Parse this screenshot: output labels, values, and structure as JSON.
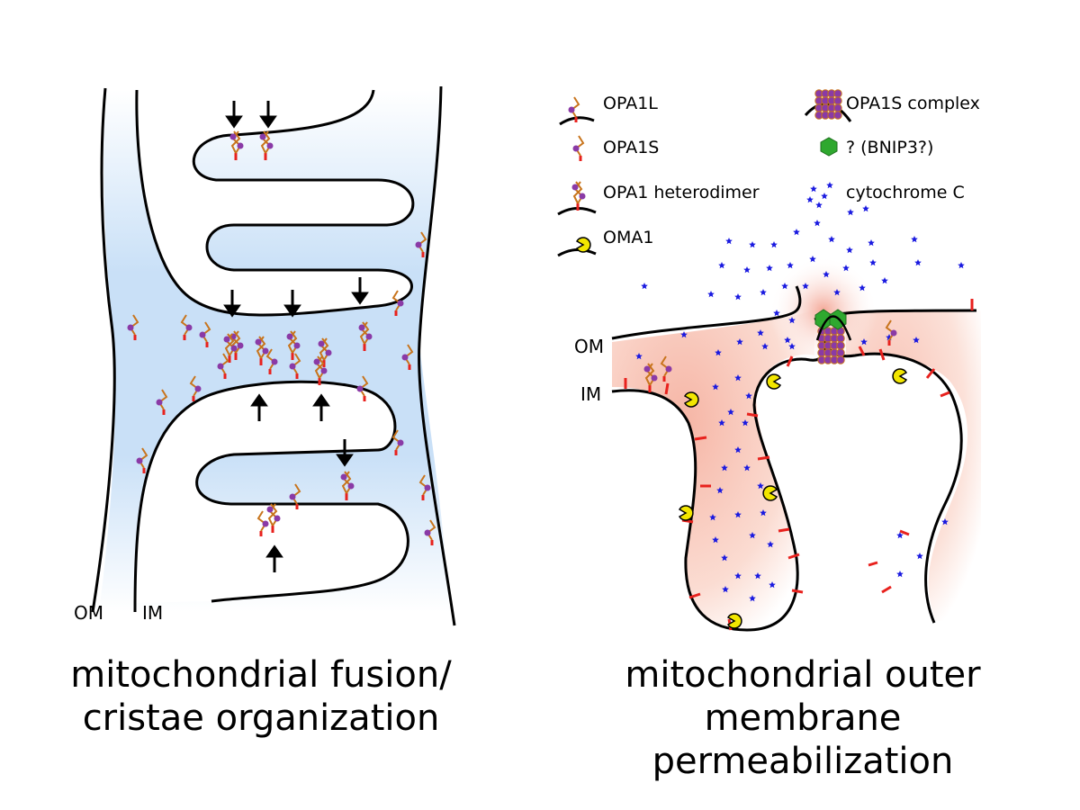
{
  "left_panel": {
    "title_line1": "mitochondrial fusion/",
    "title_line2": "cristae organization",
    "label_om": "OM",
    "label_im": "IM"
  },
  "right_panel": {
    "title_line1": "mitochondrial outer",
    "title_line2": "membrane permeabilization",
    "label_om": "OM",
    "label_im": "IM"
  },
  "legend": {
    "items": [
      {
        "label": "OPA1L",
        "icon": "opa1l-icon"
      },
      {
        "label": "OPA1S",
        "icon": "opa1s-icon"
      },
      {
        "label": "OPA1 heterodimer",
        "icon": "opa1-heterodimer-icon"
      },
      {
        "label": "OMA1",
        "icon": "oma1-icon"
      },
      {
        "label": "OPA1S complex",
        "icon": "opa1s-complex-icon"
      },
      {
        "label": "? (BNIP3?)",
        "icon": "bnip3-hexagon-icon"
      },
      {
        "label": "cytochrome C",
        "icon": "cytochrome-c-star-icon"
      }
    ]
  },
  "colors": {
    "intermembrane_blue": "#c9e0f7",
    "intermembrane_pink": "#f7c4b8",
    "opa1_stalk": "#c8741c",
    "opa1_head": "#8a3aa6",
    "membrane_anchor": "#e8211d",
    "oma1": "#f2e600",
    "bnip3": "#2fa82f",
    "cytochrome": "#1a1ae0"
  }
}
